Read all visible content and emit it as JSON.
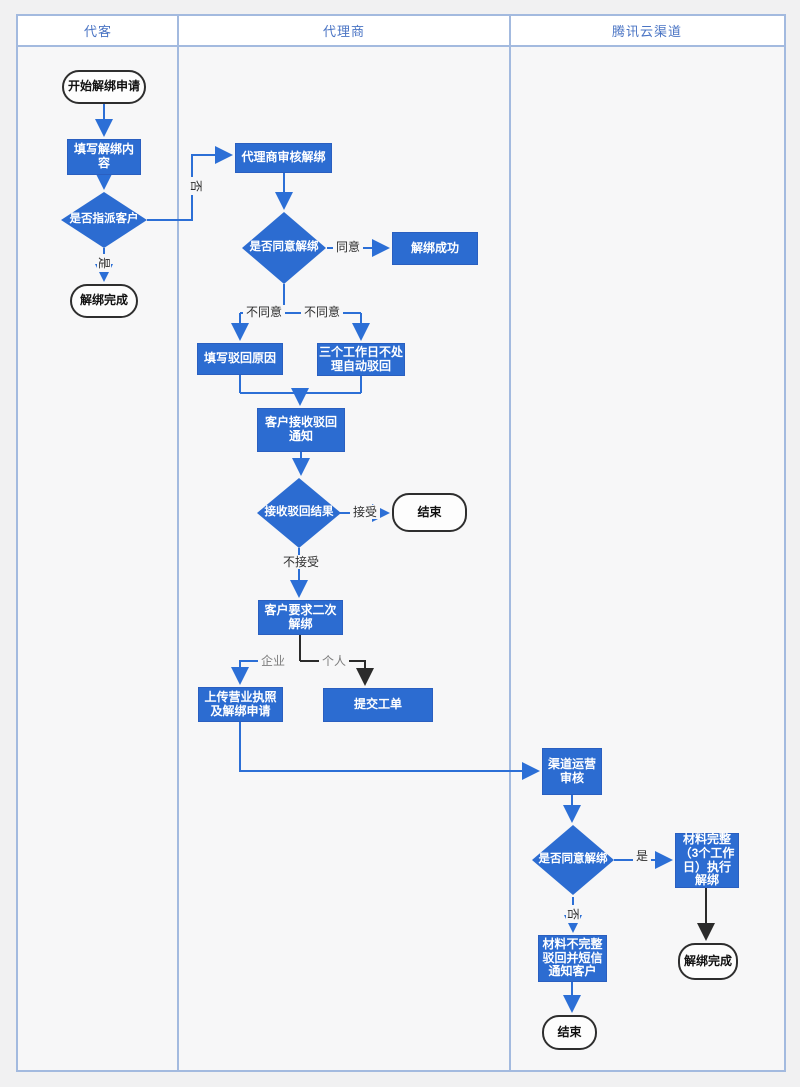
{
  "lanes": [
    {
      "title": "代客"
    },
    {
      "title": "代理商"
    },
    {
      "title": "腾讯云渠道"
    }
  ],
  "nodes": {
    "start": {
      "label": "开始解绑申请",
      "type": "terminator"
    },
    "fill_content": {
      "label": "填写解绑内\n容",
      "type": "process"
    },
    "assign_customer": {
      "label": "是否指派客户",
      "type": "decision"
    },
    "unbind_done_1": {
      "label": "解绑完成",
      "type": "terminator"
    },
    "agent_review": {
      "label": "代理商审核解绑",
      "type": "process"
    },
    "agree_unbind_1": {
      "label": "是否同意解绑",
      "type": "decision"
    },
    "unbind_success": {
      "label": "解绑成功",
      "type": "process"
    },
    "fill_reject_reason": {
      "label": "填写驳回原因",
      "type": "process"
    },
    "auto_reject": {
      "label": "三个工作日不处\n理自动驳回",
      "type": "process"
    },
    "receive_reject_notice": {
      "label": "客户接收驳回\n通知",
      "type": "process"
    },
    "receive_reject_result": {
      "label": "接收驳回结果",
      "type": "decision"
    },
    "end_1": {
      "label": "结束",
      "type": "terminator"
    },
    "second_unbind": {
      "label": "客户要求二次\n解绑",
      "type": "process"
    },
    "upload_license": {
      "label": "上传营业执照\n及解绑申请",
      "type": "process"
    },
    "submit_ticket": {
      "label": "提交工单",
      "type": "process"
    },
    "channel_review": {
      "label": "渠道运营\n审核",
      "type": "process"
    },
    "agree_unbind_2": {
      "label": "是否同意解绑",
      "type": "decision"
    },
    "material_complete": {
      "label": "材料完整\n（3个工作\n日）执行\n解绑",
      "type": "process"
    },
    "material_incomplete": {
      "label": "材料不完整\n驳回并短信\n通知客户",
      "type": "process"
    },
    "end_2": {
      "label": "结束",
      "type": "terminator"
    },
    "unbind_done_2": {
      "label": "解绑完成",
      "type": "terminator"
    }
  },
  "edge_labels": {
    "no_1": "否",
    "yes_1": "是",
    "agree": "同意",
    "disagree_left": "不同意",
    "disagree_right": "不同意",
    "accept": "接受",
    "not_accept": "不接受",
    "enterprise": "企业",
    "personal": "个人",
    "yes_2": "是",
    "no_2": "否"
  },
  "colors": {
    "node_fill": "#2c6cd1",
    "connector_blue": "#2c6fd6",
    "connector_black": "#2b2b2b",
    "lane_border": "#a3badf",
    "header_text": "#4a74c4",
    "lane_bg": "#f7f7f8"
  }
}
